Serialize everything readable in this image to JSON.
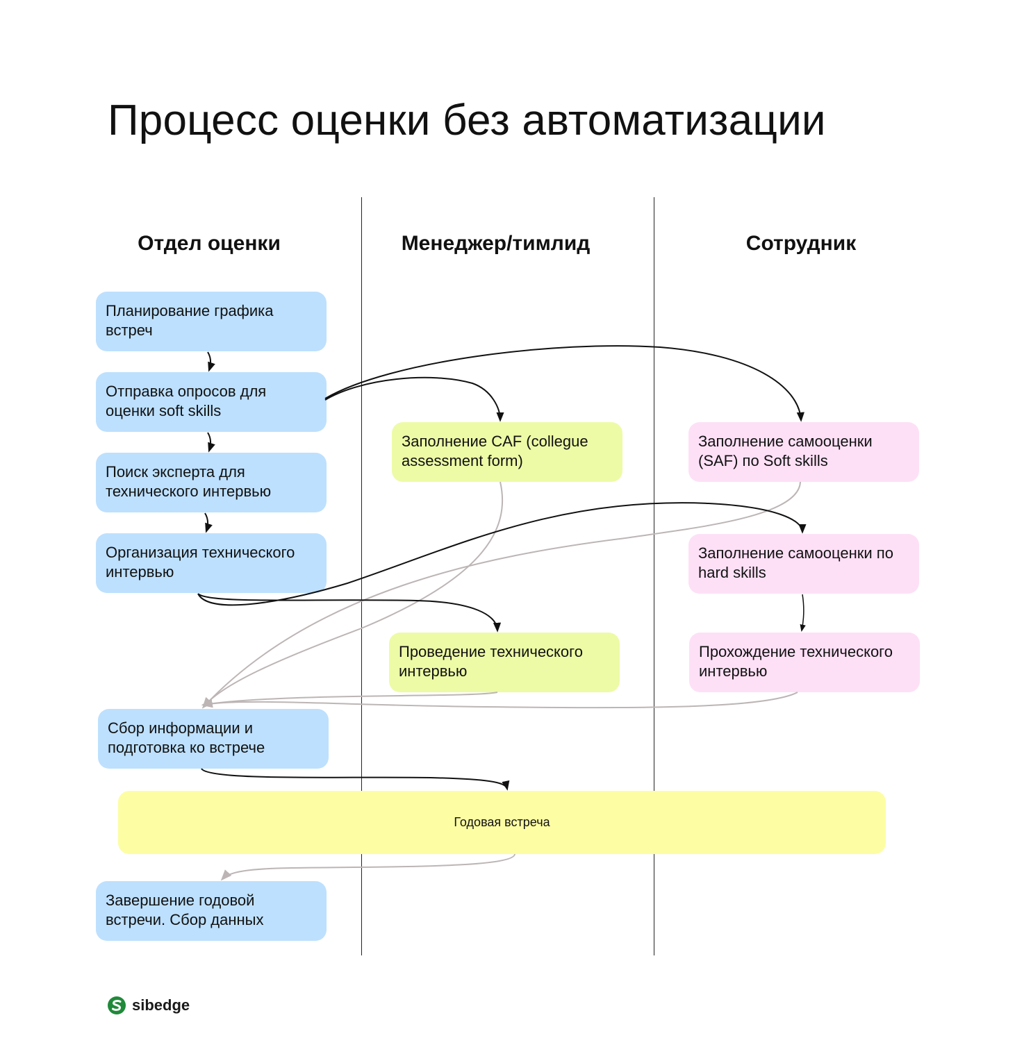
{
  "title": "Процесс оценки без автоматизации",
  "lanes": [
    "Отдел оценки",
    "Менеджер/тимлид",
    "Сотрудник"
  ],
  "steps": {
    "planning": "Планирование графика встреч",
    "send_surveys": "Отправка опросов для оценки soft skills",
    "find_expert": "Поиск эксперта для технического интервью",
    "organize_interview": "Организация технического интервью",
    "fill_caf": "Заполнение CAF (collegue assessment form)",
    "conduct_interview": "Проведение технического интервью",
    "self_saf": "Заполнение самооценки (SAF) по Soft skills",
    "self_hard": "Заполнение самооценки по hard skills",
    "pass_interview": "Прохождение технического интервью",
    "collect_info": "Сбор информации и подготовка ко встрече",
    "annual_meeting": "Годовая встреча",
    "finish_meeting": "Завершение годовой встречи. Сбор данных"
  },
  "colors": {
    "assessment_dept": "#bde0fe",
    "manager": "#edfba6",
    "employee": "#fde0f6",
    "meeting": "#fdfda4",
    "arrow_primary": "#111111",
    "arrow_return": "#bdb5b5",
    "logo": "#1f8a3a"
  },
  "logo": {
    "text": "sibedge"
  }
}
